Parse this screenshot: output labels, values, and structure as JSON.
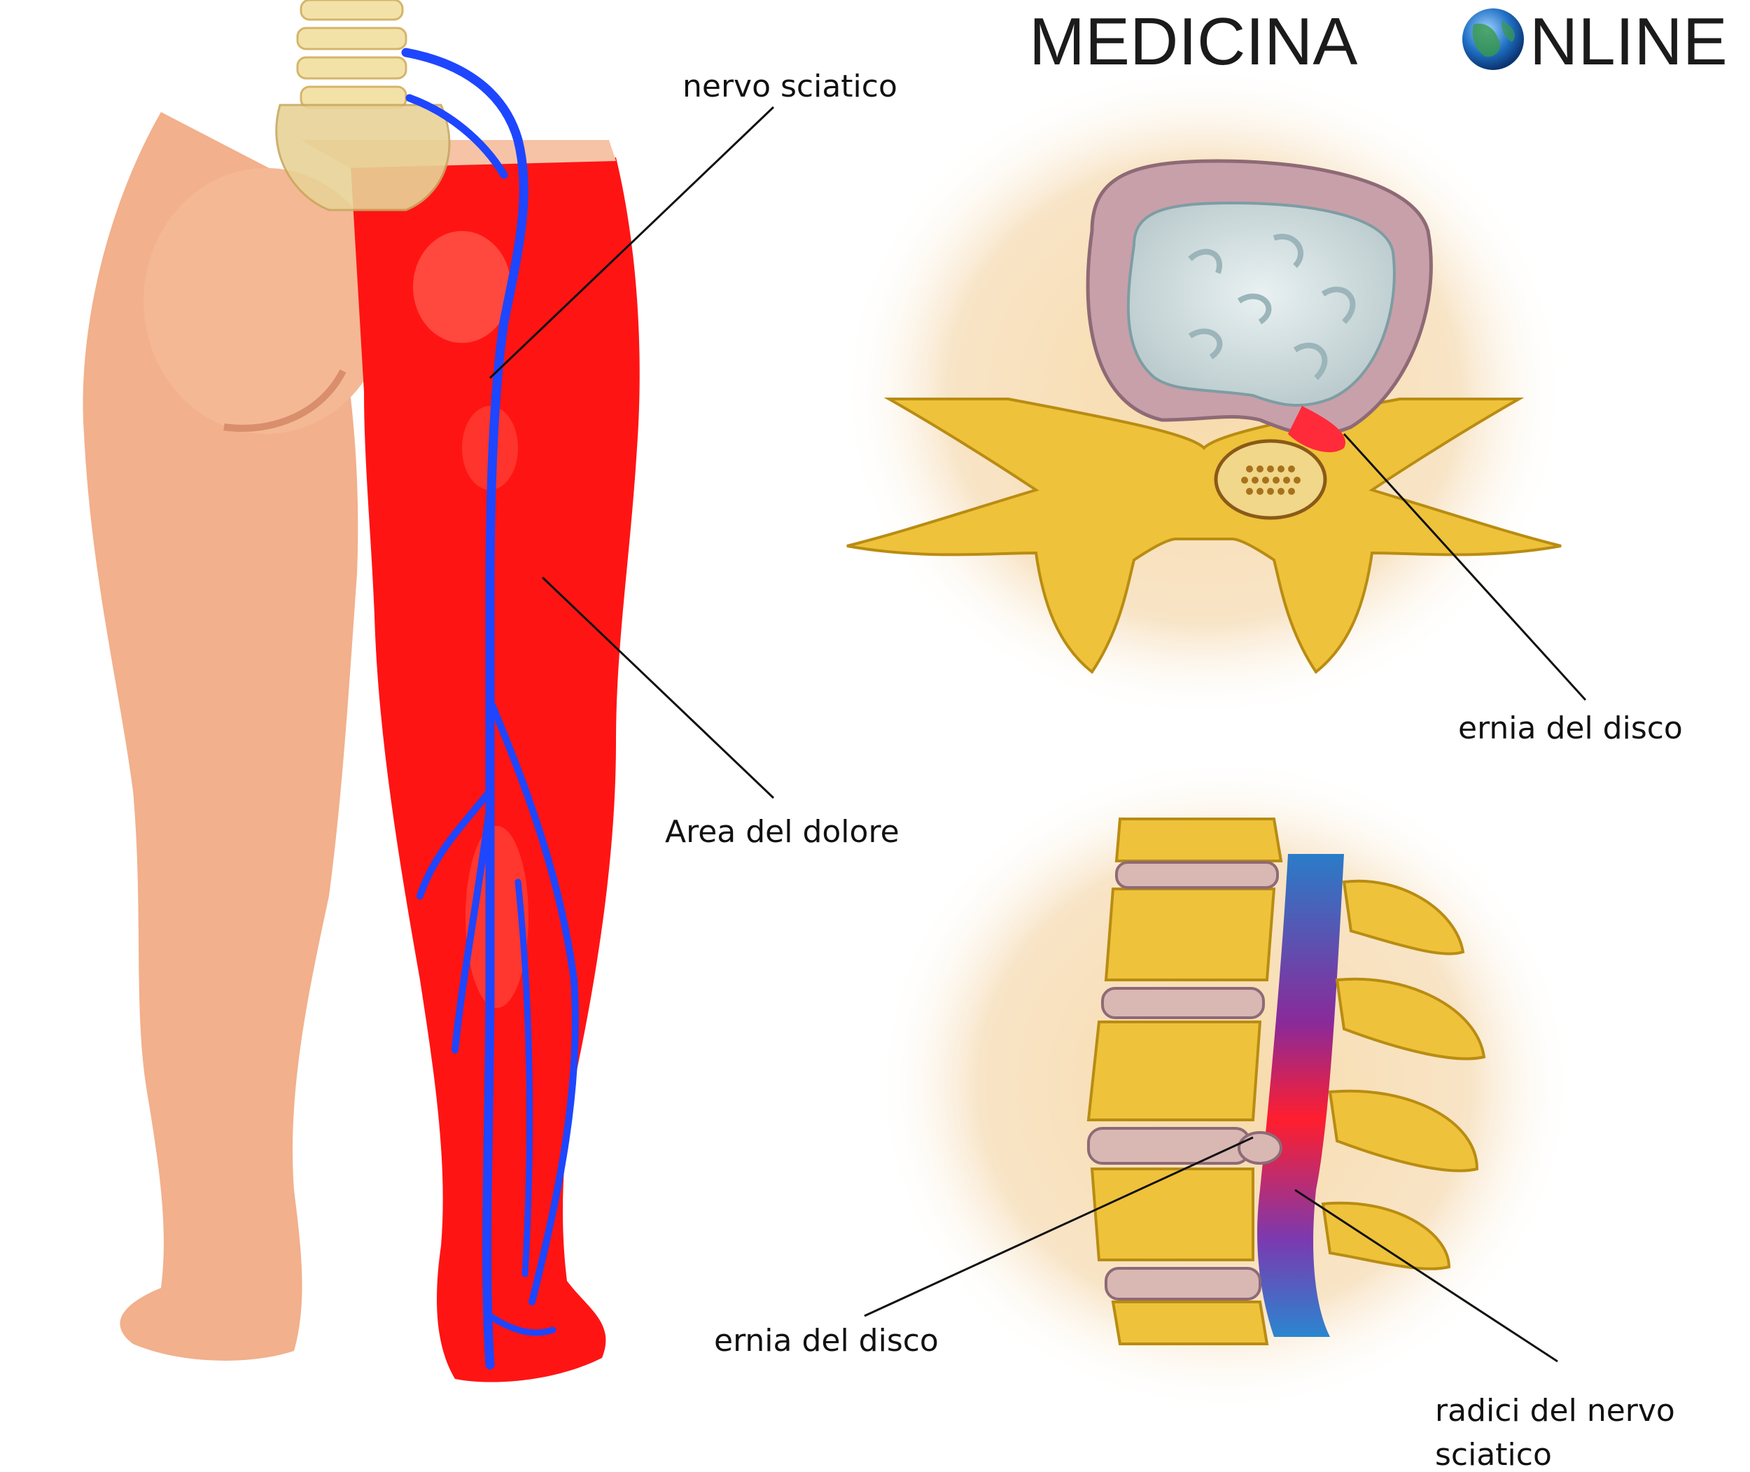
{
  "brand": {
    "text_before": "MEDICINA",
    "globe_icon": "globe-icon",
    "text_after": "NLINE"
  },
  "labels": {
    "sciatic_nerve": "nervo sciatico",
    "pain_area": "Area del dolore",
    "herniated_disc_top": "ernia del disco",
    "herniated_disc_bottom": "ernia del disco",
    "nerve_roots_line1": "radici del nervo",
    "nerve_roots_line2": "sciatico"
  },
  "colors": {
    "skin": "#f2b08c",
    "pain": "#ff1414",
    "nerve": "#1e46ff",
    "bone": "#eec23a",
    "disc": "#d9b7b3",
    "inset_bg": "#f6dcb0"
  }
}
